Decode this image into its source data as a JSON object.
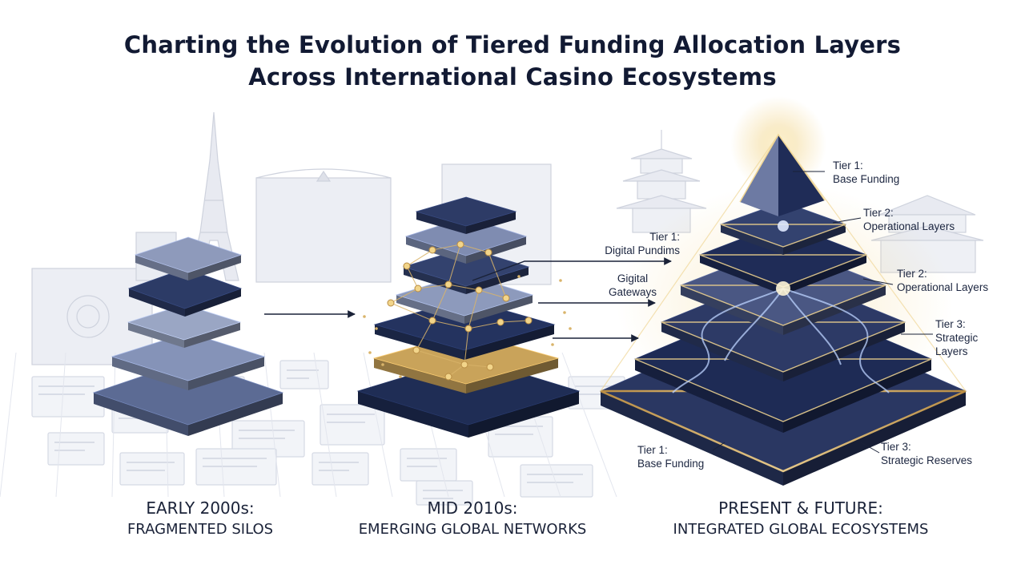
{
  "title": {
    "line1": "Charting the Evolution of Tiered Funding Allocation Layers",
    "line2": "Across International Casino Ecosystems"
  },
  "eras": [
    {
      "heading": "EARLY 2000s:",
      "sub": "FRAGMENTED SILOS"
    },
    {
      "heading": "MID 2010s:",
      "sub": "EMERGING GLOBAL NETWORKS"
    },
    {
      "heading": "PRESENT & FUTURE:",
      "sub": "INTEGRATED GLOBAL ECOSYSTEMS"
    }
  ],
  "mid_labels": {
    "tier1": {
      "tier": "Tier 1:",
      "name": "Digital Pundims"
    },
    "gateways": {
      "line1": "Gigital",
      "line2": "Gateways"
    }
  },
  "pyramid_labels": {
    "top": {
      "tier": "Tier 1:",
      "name": "Base Funding"
    },
    "ops_upper": {
      "tier": "Tier 2:",
      "name": "Operational Layers"
    },
    "ops_lower": {
      "tier": "Tier 2:",
      "name": "Operational Layers"
    },
    "strategic": {
      "tier": "Tier 3:",
      "line1": "Strategic",
      "line2": "Layers"
    },
    "base_left": {
      "tier": "Tier 1:",
      "name": "Base Funding"
    },
    "base_right": {
      "tier": "Tier 3:",
      "name": "Strategic Reserves"
    }
  },
  "colors": {
    "navy": "#1f2d55",
    "slate": "#8593b8",
    "gold": "#c9a35a",
    "background_line": "#d5d9e4"
  }
}
